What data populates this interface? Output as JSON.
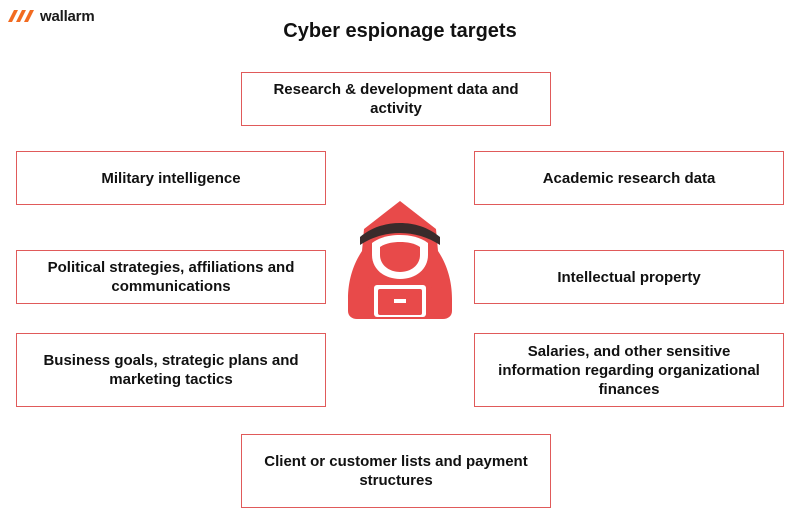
{
  "logo": {
    "text": "wallarm",
    "icon": "wallarm-logo-icon",
    "color": "#f26b21"
  },
  "title": "Cyber espionage targets",
  "accent_color": "#e84a4a",
  "boxes": {
    "research_development": "Research & development data and activity",
    "military": "Military intelligence",
    "academic": "Academic research data",
    "political": "Political strategies, affiliations and communications",
    "intellectual_property": "Intellectual property",
    "business": "Business goals, strategic plans and marketing tactics",
    "salaries": "Salaries, and other sensitive information regarding organizational finances",
    "client_lists": "Client or customer lists and payment structures"
  },
  "center_icon": "hooded-hacker-icon"
}
